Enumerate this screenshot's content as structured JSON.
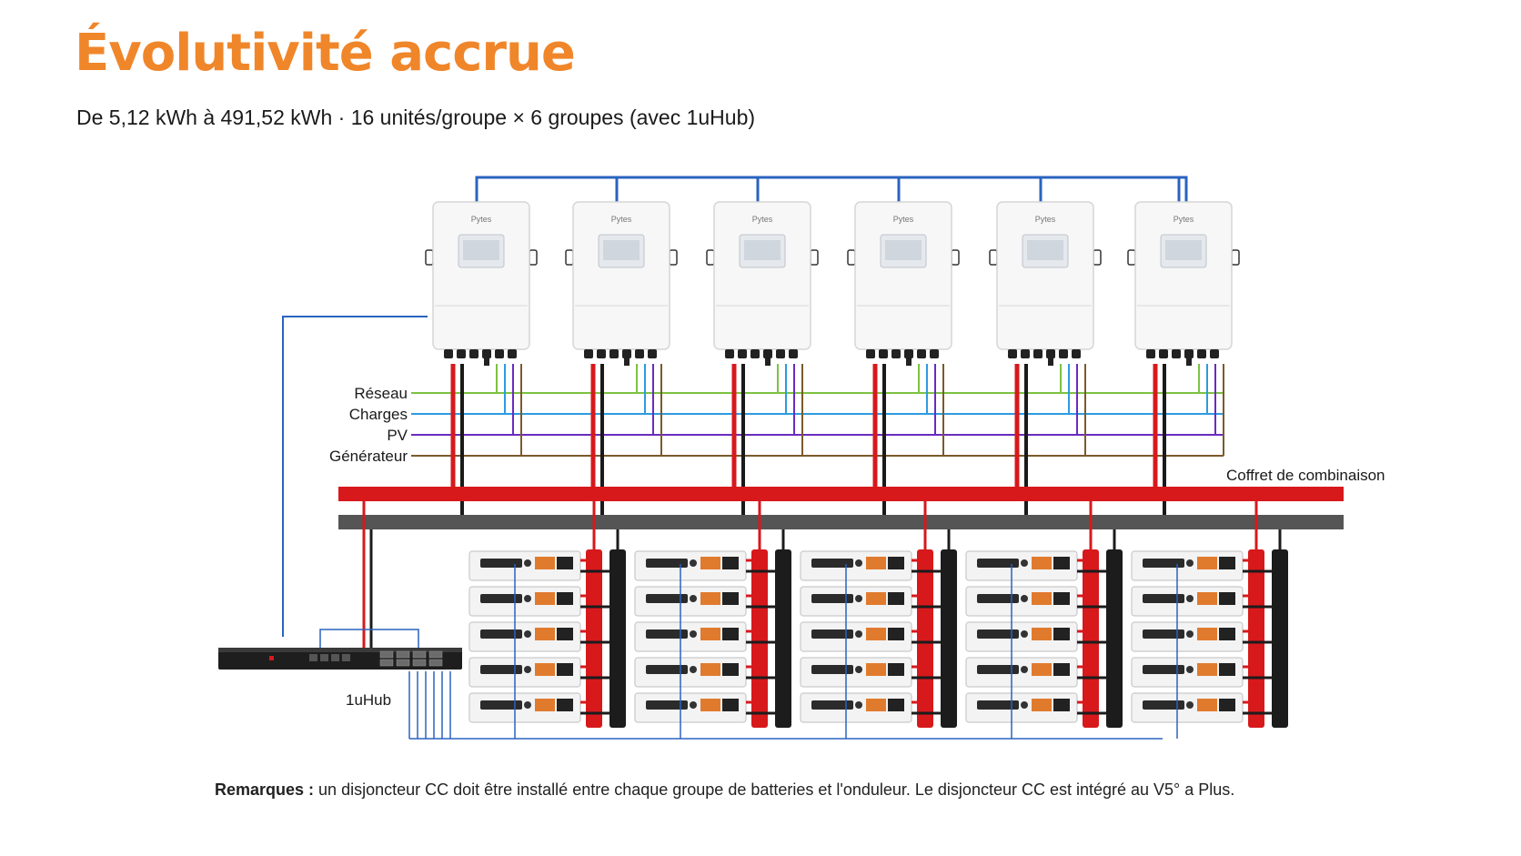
{
  "header": {
    "title": "Évolutivité accrue",
    "subtitle": "De 5,12 kWh à 491,52 kWh · 16 unités/groupe × 6 groupes (avec 1uHub)"
  },
  "diagram": {
    "inverter_brand": "Pytes",
    "inverter_count": 6,
    "battery_groups": 5,
    "batteries_per_group": 5,
    "line_labels": [
      {
        "key": "grid",
        "text": "Réseau",
        "color": "#7cc242"
      },
      {
        "key": "loads",
        "text": "Charges",
        "color": "#2e9be0"
      },
      {
        "key": "pv",
        "text": "PV",
        "color": "#6a2bbf"
      },
      {
        "key": "generator",
        "text": "Générateur",
        "color": "#7a5a2a"
      }
    ],
    "combiner_label": "Coffret de combinaison",
    "hub_label": "1uHub",
    "colors": {
      "comm_line": "#2a63c0",
      "positive_bus": "#d7191c",
      "negative_bus": "#4a4a4a",
      "accent": "#f0862a"
    }
  },
  "footer": {
    "note_label": "Remarques :",
    "note_text": " un disjoncteur CC doit être installé entre chaque groupe de batteries et l'onduleur. Le disjoncteur CC est intégré au V5° a Plus."
  }
}
